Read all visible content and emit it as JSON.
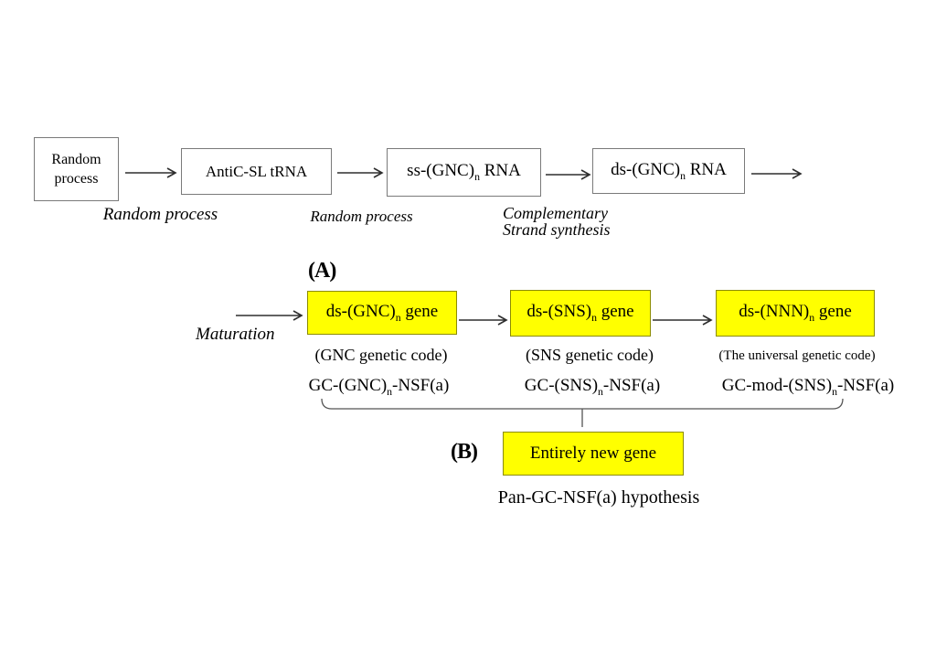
{
  "colors": {
    "background": "#ffffff",
    "highlight_fill": "#ffff00",
    "highlight_border": "#8c8c00",
    "box_border": "#7a7a7a",
    "arrow": "#2e2e2e",
    "bracket": "#555555",
    "text": "#000000"
  },
  "top_row": {
    "box1": {
      "text": "Random\nprocess"
    },
    "box2": {
      "text": "AntiC-SL tRNA"
    },
    "box3": {
      "pre": "ss-(GNC)",
      "sub": "n",
      "post": " RNA"
    },
    "box4": {
      "pre": "ds-(GNC)",
      "sub": "n",
      "post": " RNA"
    },
    "label1": "Random process",
    "label2": "Random process",
    "label3": "Complementary\nStrand synthesis"
  },
  "section_a": {
    "tag": "(A)",
    "maturation_label": "Maturation",
    "box1": {
      "pre": "ds-(GNC)",
      "sub": "n",
      "post": " gene"
    },
    "box2": {
      "pre": "ds-(SNS)",
      "sub": "n",
      "post": " gene"
    },
    "box3": {
      "pre": "ds-(NNN)",
      "sub": "n",
      "post": " gene"
    },
    "code1": "(GNC genetic code)",
    "code2": "(SNS genetic code)",
    "code3": "(The universal genetic code)",
    "formula1": {
      "pre": "GC-(GNC)",
      "sub": "n",
      "post": "-NSF(a)"
    },
    "formula2": {
      "pre": "GC-(SNS)",
      "sub": "n",
      "post": "-NSF(a)"
    },
    "formula3": {
      "pre": "GC-mod-(SNS)",
      "sub": "n",
      "post": "-NSF(a)"
    }
  },
  "section_b": {
    "tag": "(B)",
    "box": {
      "text": "Entirely new gene"
    },
    "caption": "Pan-GC-NSF(a) hypothesis"
  }
}
